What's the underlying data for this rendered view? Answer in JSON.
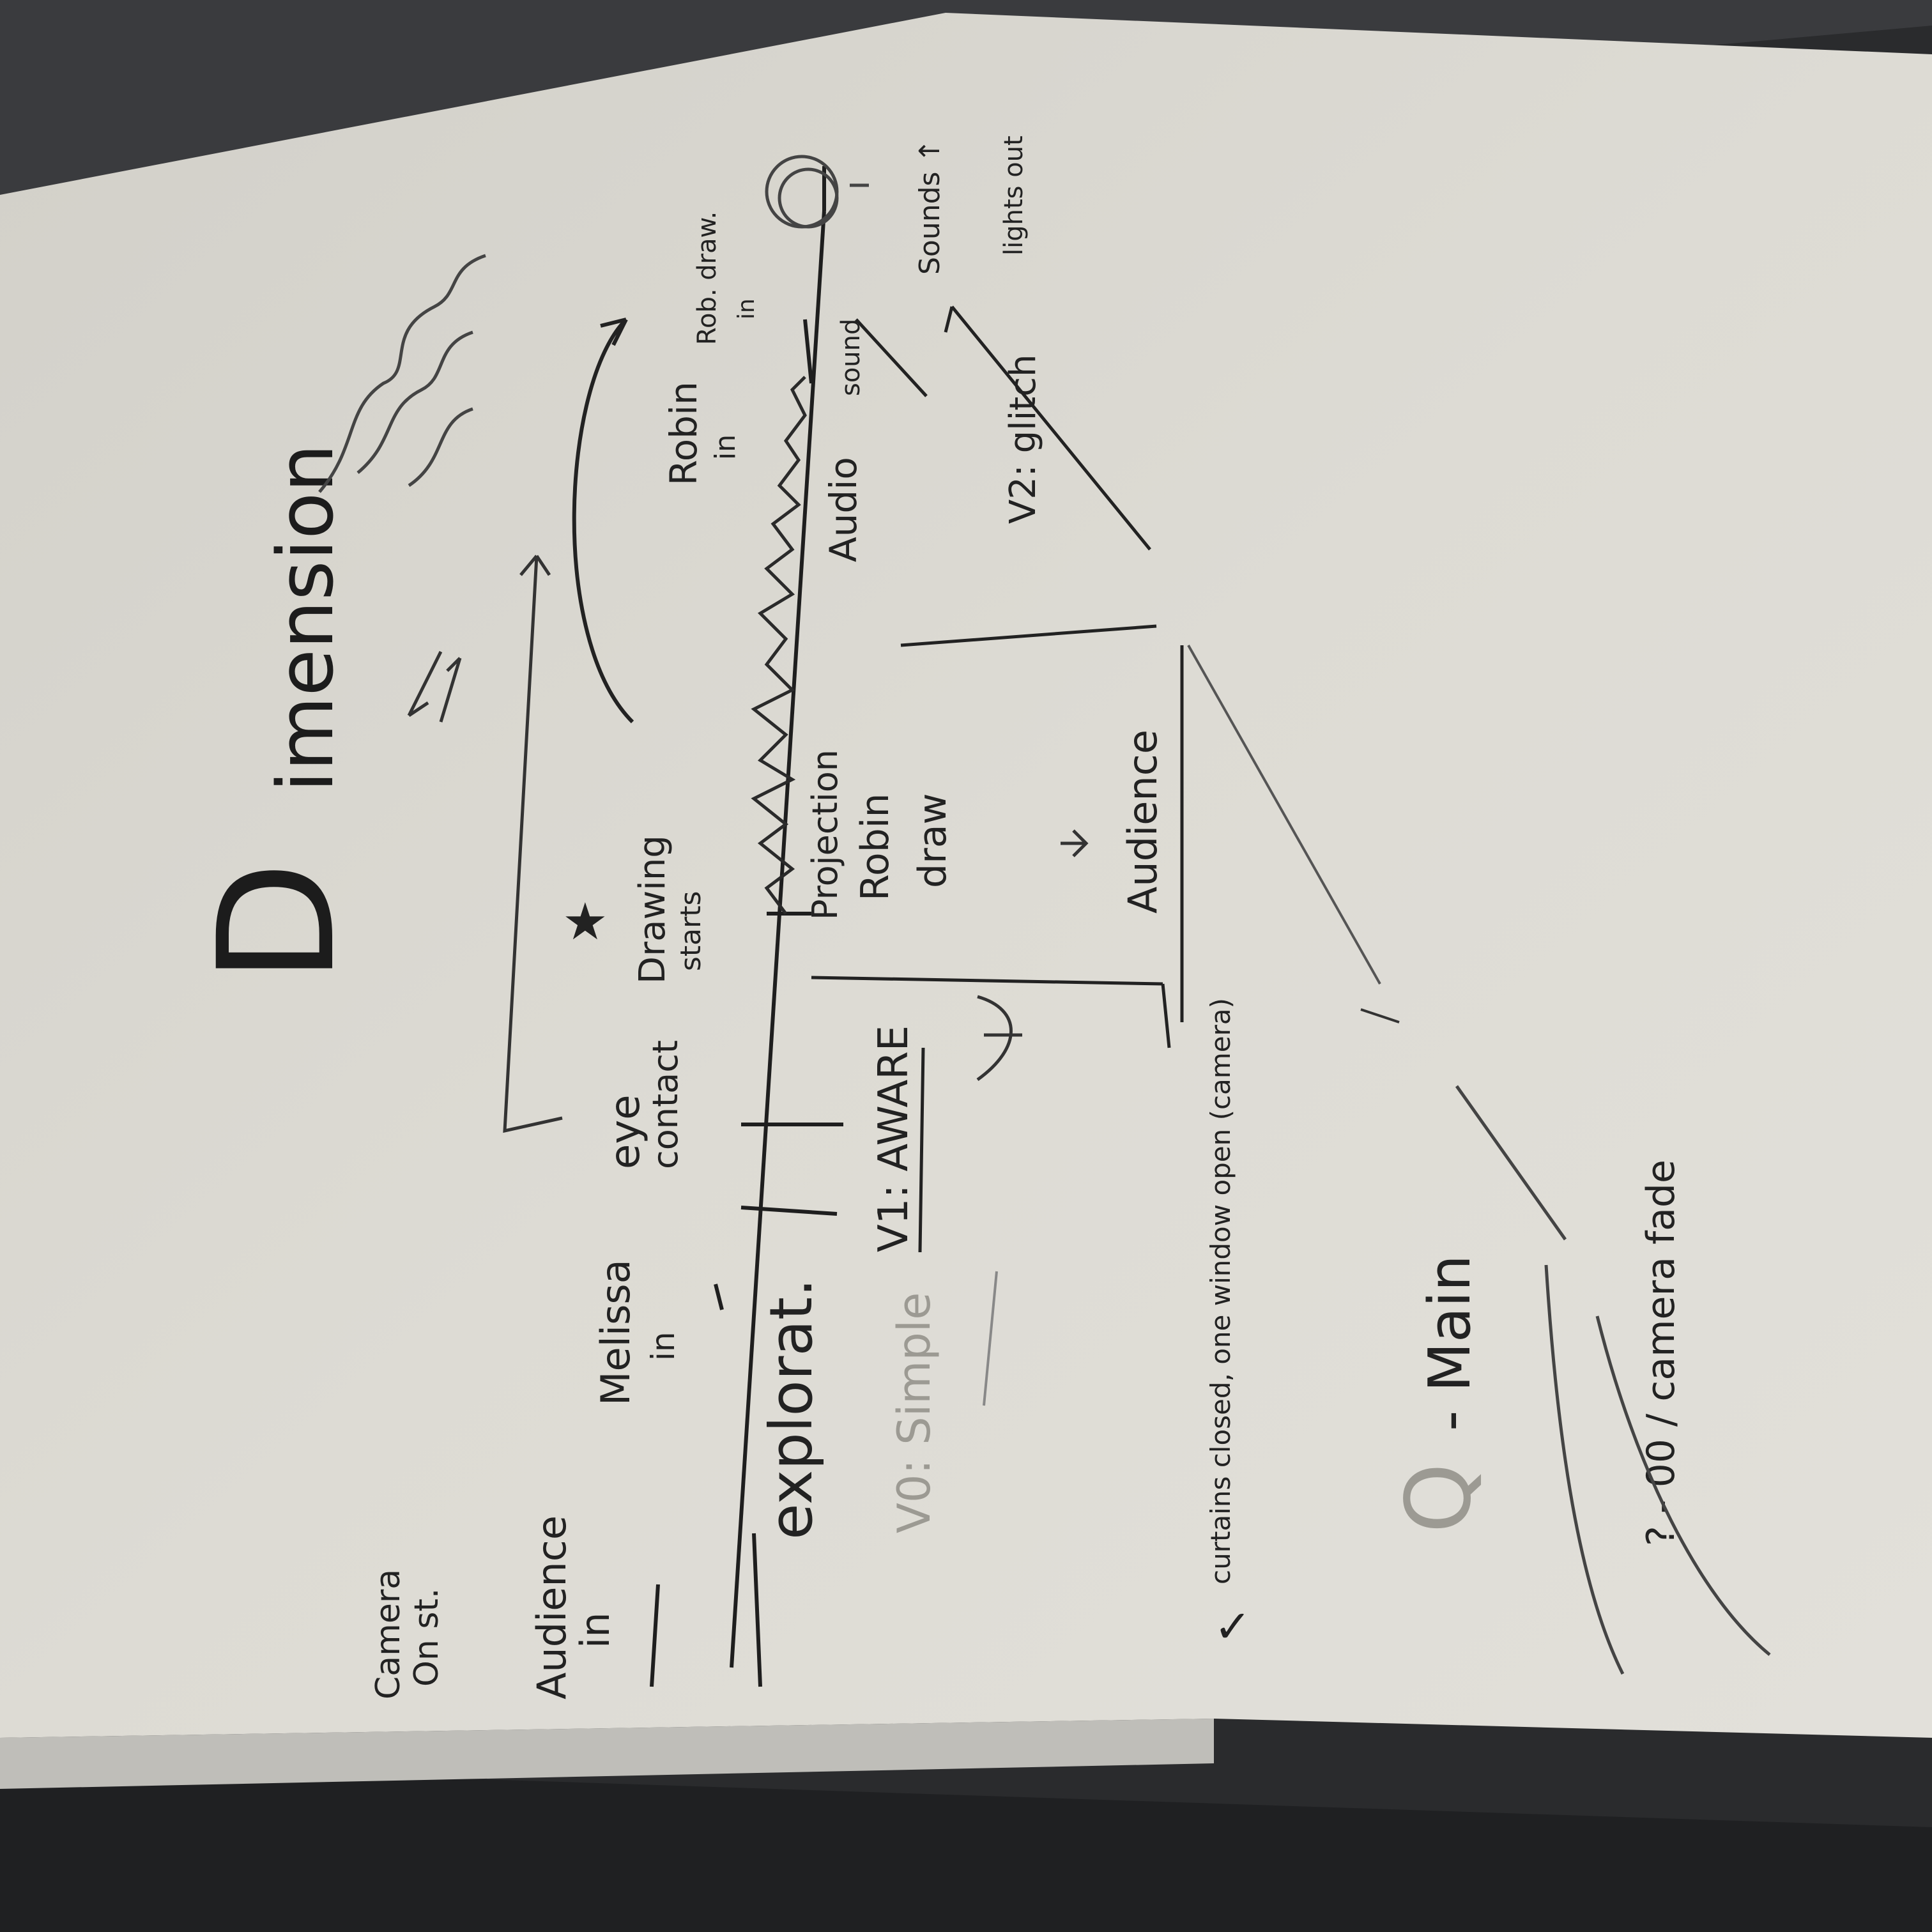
{
  "board": {
    "title_initial": "D",
    "title_rest": "imension",
    "camera": "Camera On st.",
    "audience_in": "Audience in",
    "melissa_in": "Melissa in",
    "eye_contact": "eye contact",
    "drawing_starts": "Drawing starts",
    "explorat": "explorat.",
    "v0": "V0: Simple",
    "v1": "V1: AWARE",
    "projection": "Projection Robin draw",
    "audience": "Audience",
    "robin_in": "Robin in",
    "rob_draw": "Rob. draw. in",
    "audio": "Audio",
    "sound": "sound",
    "v2": "V2: glitch",
    "sounds": "Sounds",
    "lights_out": "lights out",
    "curtains_note": "curtains closed, one window open (camera)",
    "q_main": "Q - Main",
    "bottom_note": "? - 00 / camera fade"
  },
  "colors": {
    "board": "#dad8d1",
    "ink": "#1e1e1e",
    "wall": "#2a2b2d",
    "frame": "#bdbcb8"
  }
}
